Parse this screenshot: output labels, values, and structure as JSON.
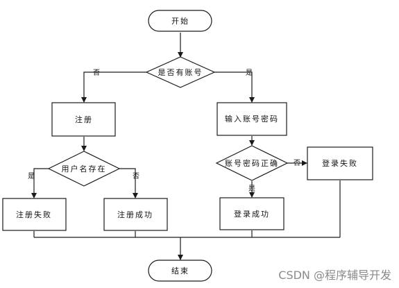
{
  "nodes": {
    "start": "开始",
    "has_account": "是否有账号",
    "register": "注册",
    "enter_credentials": "输入账号密码",
    "username_exists": "用户名存在",
    "credentials_correct": "账号密码正确",
    "login_failed": "登录失败",
    "register_failed": "注册失败",
    "register_success": "注册成功",
    "login_success": "登录成功",
    "end": "结束"
  },
  "edge_labels": {
    "has_account_no": "否",
    "has_account_yes": "是",
    "username_exists_yes": "是",
    "username_exists_no": "否",
    "credentials_correct_no": "否",
    "credentials_correct_yes": "是"
  },
  "watermark": "CSDN @程序辅导开发",
  "colors": {
    "stroke": "#1a1a1a",
    "background": "#ffffff",
    "watermark": "#8a8a8a"
  }
}
